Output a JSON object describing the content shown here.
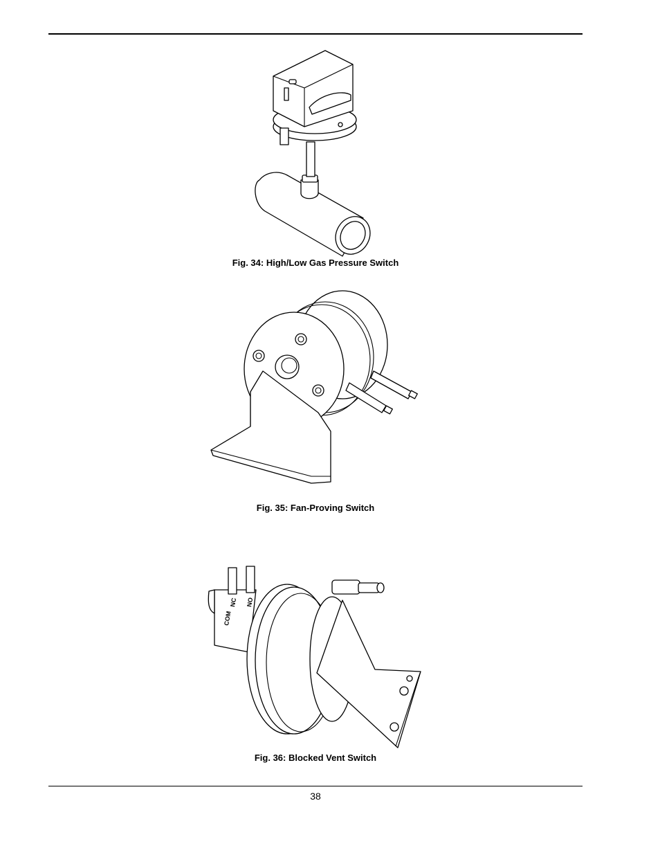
{
  "figures": [
    {
      "caption": "Fig. 34: High/Low Gas Pressure Switch",
      "icon": "gas-pressure-switch-illustration"
    },
    {
      "caption": "Fig. 35: Fan-Proving Switch",
      "icon": "fan-proving-switch-illustration"
    },
    {
      "caption": "Fig. 36: Blocked Vent Switch",
      "icon": "blocked-vent-switch-illustration",
      "terminal_labels": {
        "com": "COM",
        "nc": "NC",
        "no": "NO"
      }
    }
  ],
  "page_number": "38"
}
